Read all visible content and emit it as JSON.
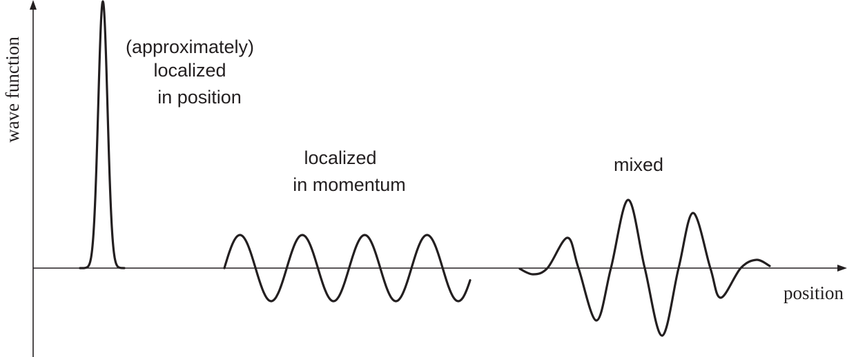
{
  "axes": {
    "y_label": "wave function",
    "x_label": "position"
  },
  "labels": {
    "position_localized": [
      "(approximately)",
      "localized",
      "in position"
    ],
    "momentum_localized": [
      "localized",
      "in momentum"
    ],
    "mixed": "mixed"
  },
  "colors": {
    "ink": "#231f20"
  }
}
